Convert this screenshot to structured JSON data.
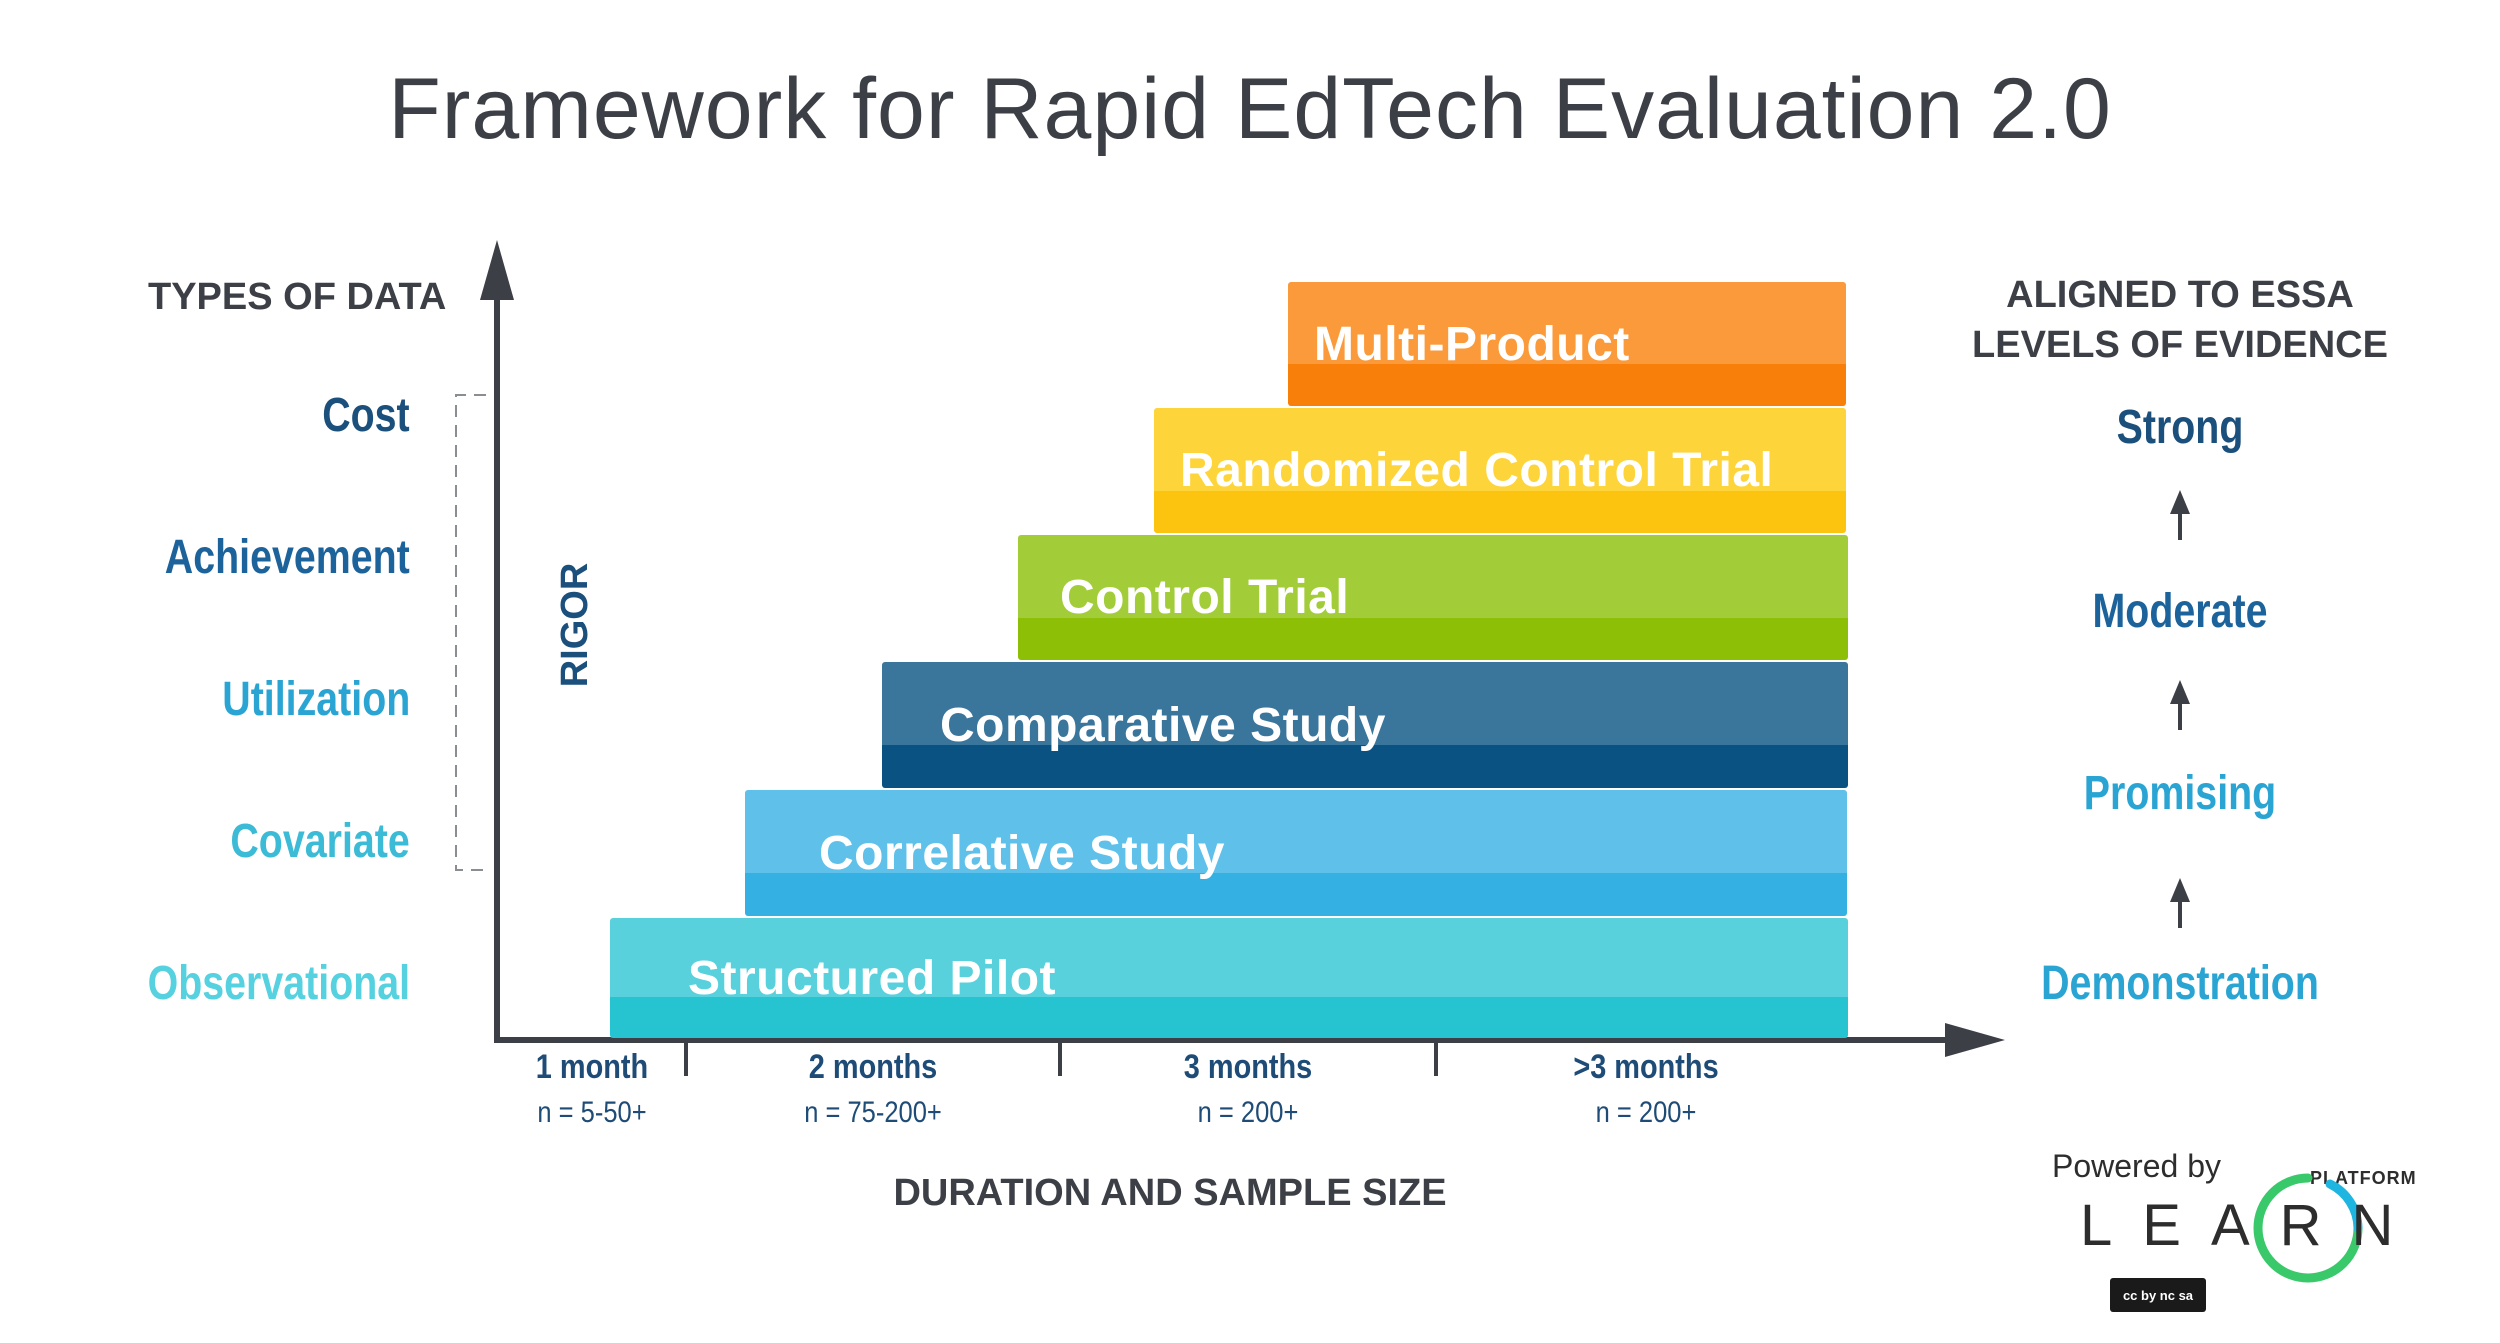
{
  "title": "Framework for Rapid EdTech Evaluation 2.0",
  "types_heading": "TYPES OF DATA",
  "essa_heading_line1": "ALIGNED TO ESSA",
  "essa_heading_line2": "LEVELS OF EVIDENCE",
  "y_axis_label": "RIGOR",
  "x_axis_label": "DURATION AND SAMPLE SIZE",
  "data_types": [
    {
      "label": "Cost",
      "color": "#1b4f7c"
    },
    {
      "label": "Achievement",
      "color": "#1d639b"
    },
    {
      "label": "Utilization",
      "color": "#2aa5d3"
    },
    {
      "label": "Covariate",
      "color": "#3bbbd6"
    },
    {
      "label": "Observational",
      "color": "#55d1df"
    }
  ],
  "evidence_levels": [
    {
      "label": "Strong",
      "color": "#1b4f7c"
    },
    {
      "label": "Moderate",
      "color": "#1d639b"
    },
    {
      "label": "Promising",
      "color": "#2aa5d3"
    },
    {
      "label": "Demonstration",
      "color": "#2aa5d3"
    }
  ],
  "durations": [
    {
      "label": "1 month",
      "sample": "n = 5-50+"
    },
    {
      "label": "2 months",
      "sample": "n = 75-200+"
    },
    {
      "label": "3 months",
      "sample": "n = 200+"
    },
    {
      "label": ">3 months",
      "sample": "n = 200+"
    }
  ],
  "studies": [
    {
      "label": "Multi-Product",
      "top_color": "#fb9a3a",
      "bottom_color": "#f77f0a"
    },
    {
      "label": "Randomized Control Trial",
      "top_color": "#fdd43a",
      "bottom_color": "#fcc30f"
    },
    {
      "label": "Control Trial",
      "top_color": "#a2cd39",
      "bottom_color": "#8dbf06"
    },
    {
      "label": "Comparative Study",
      "top_color": "#3a759b",
      "bottom_color": "#0a5282"
    },
    {
      "label": "Correlative Study",
      "top_color": "#5fc0ea",
      "bottom_color": "#34b0e2"
    },
    {
      "label": "Structured Pilot",
      "top_color": "#58d1dd",
      "bottom_color": "#26c3d1"
    }
  ],
  "powered_by": "Powered by",
  "brand_word": "LEARN",
  "brand_platform": "PLATFORM",
  "license_badge": "cc by nc sa",
  "axis_color": "#3c3f46"
}
